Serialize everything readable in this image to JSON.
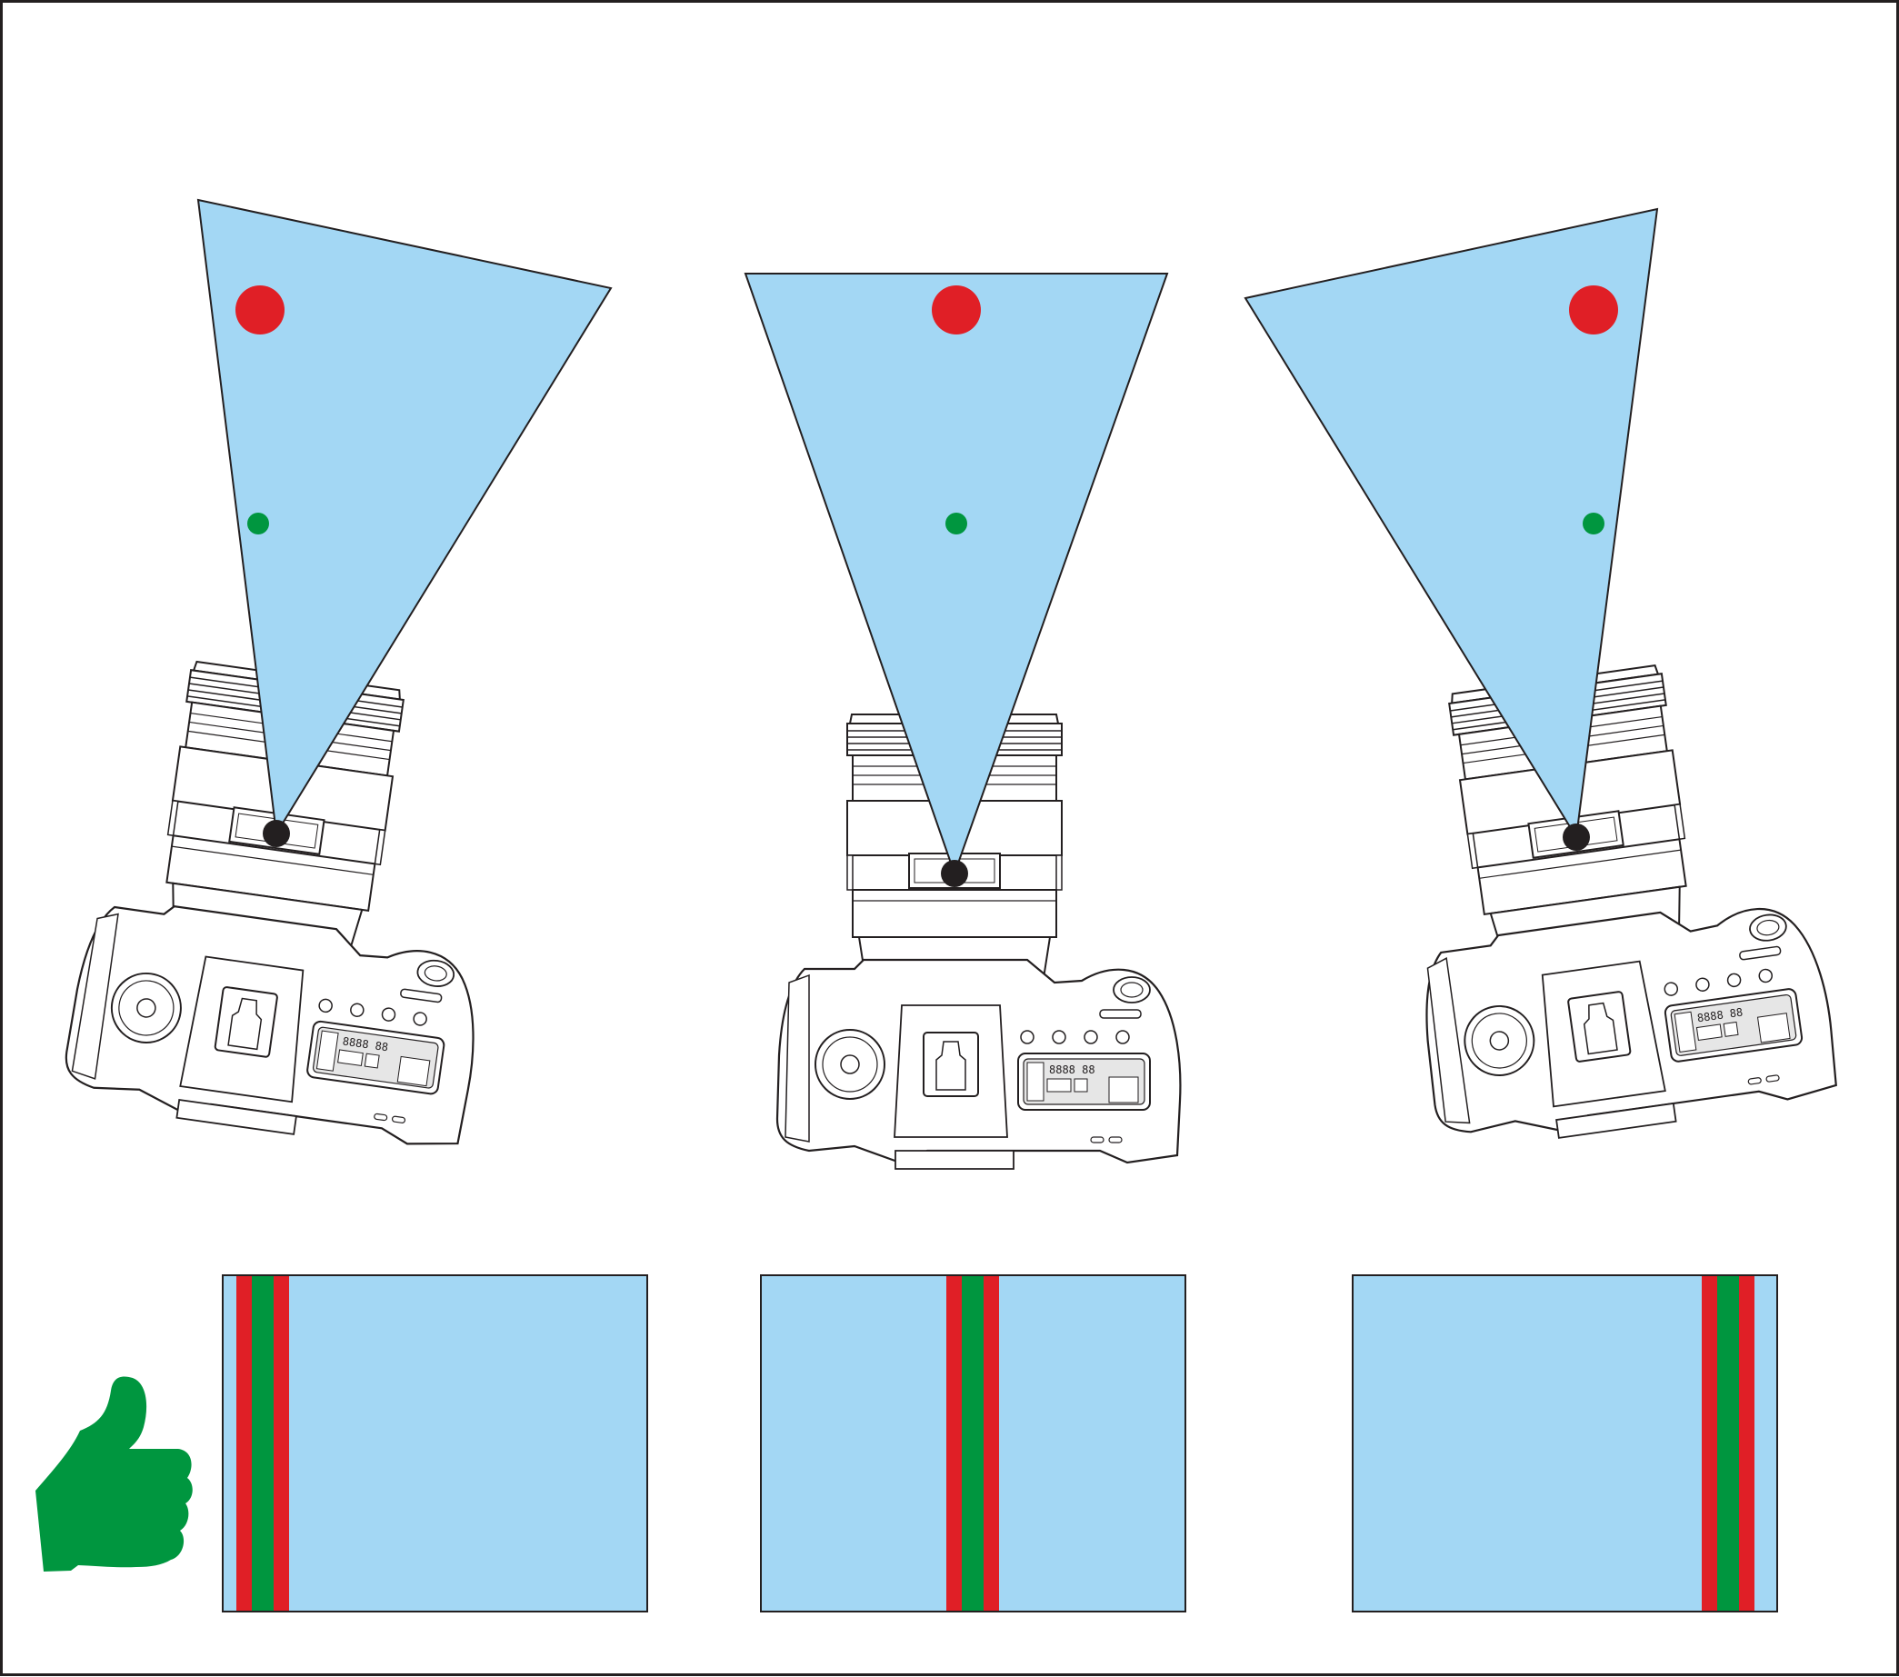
{
  "colors": {
    "background": "#ffffff",
    "border": "#231f20",
    "field_of_view_fill": "#a3d7f4",
    "field_of_view_stroke": "#231f20",
    "far_subject": "#e01f26",
    "near_subject": "#00963f",
    "nodal_point": "#231f20",
    "camera_stroke": "#231f20",
    "camera_fill": "#ffffff",
    "lcd_panel": "#e6e6e6",
    "frame_fill": "#a3d7f4",
    "frame_stroke": "#231f20",
    "red_stripe": "#e01f26",
    "green_stripe": "#00963f",
    "thumbs_up": "#00963f"
  },
  "scenes": [
    {
      "name": "rotate-left",
      "camera": "dslr-top-view",
      "icons": [
        "far-subject-dot",
        "near-subject-dot",
        "nodal-point-dot"
      ],
      "frame_result": "subjects-aligned-left"
    },
    {
      "name": "center",
      "camera": "dslr-top-view",
      "icons": [
        "far-subject-dot",
        "near-subject-dot",
        "nodal-point-dot"
      ],
      "frame_result": "subjects-aligned-center"
    },
    {
      "name": "rotate-right",
      "camera": "dslr-top-view",
      "icons": [
        "far-subject-dot",
        "near-subject-dot",
        "nodal-point-dot"
      ],
      "frame_result": "subjects-aligned-right"
    }
  ],
  "lcd_readout": "8888 88",
  "verdict_icon": "thumbs-up-icon"
}
